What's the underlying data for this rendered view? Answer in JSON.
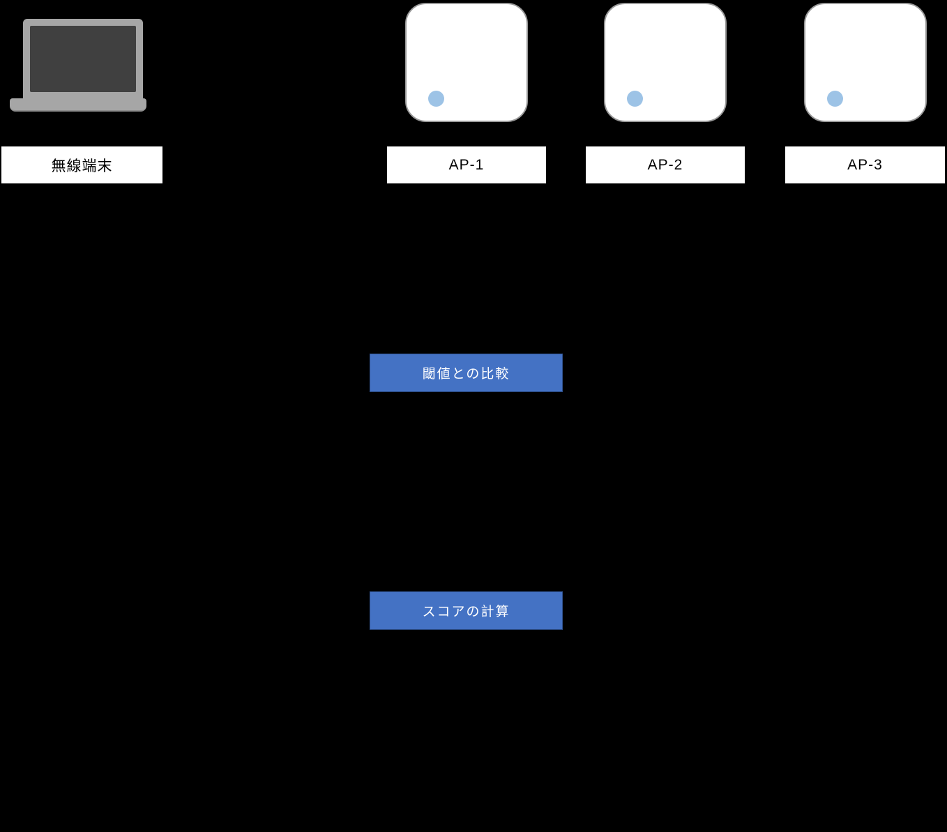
{
  "diagram": {
    "client": {
      "label": "無線端末"
    },
    "aps": [
      {
        "label": "AP-1"
      },
      {
        "label": "AP-2"
      },
      {
        "label": "AP-3"
      }
    ],
    "steps": [
      {
        "label": "閾値との比較"
      },
      {
        "label": "スコアの計算"
      }
    ],
    "colors": {
      "background": "#000000",
      "process_fill": "#4472c4",
      "process_border": "#2f528f",
      "label_bg": "#ffffff",
      "ap_dot": "#9dc3e6",
      "laptop_body": "#a6a6a6",
      "laptop_screen": "#404040"
    }
  }
}
